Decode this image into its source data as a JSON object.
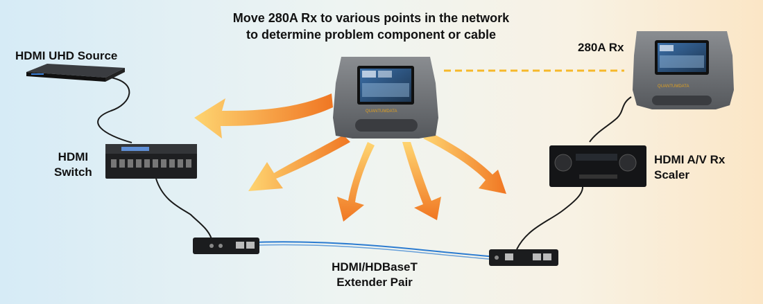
{
  "title": {
    "line1": "Move 280A Rx to various points in the network",
    "line2": "to determine problem component or cable"
  },
  "labels": {
    "source": "HDMI UHD Source",
    "switch_line1": "HDMI",
    "switch_line2": "Switch",
    "rx": "280A Rx",
    "avrx_line1": "HDMI A/V Rx",
    "avrx_line2": "Scaler",
    "extender_line1": "HDMI/HDBaseT",
    "extender_line2": "Extender Pair"
  },
  "colors": {
    "arrow_start": "#ffc24a",
    "arrow_end": "#f2741c",
    "analyzer_body": "#6f7276",
    "cable": "#1a1a1a",
    "hdbaset_cable": "#2b7bd0",
    "dashed_link": "#f6b82a"
  }
}
